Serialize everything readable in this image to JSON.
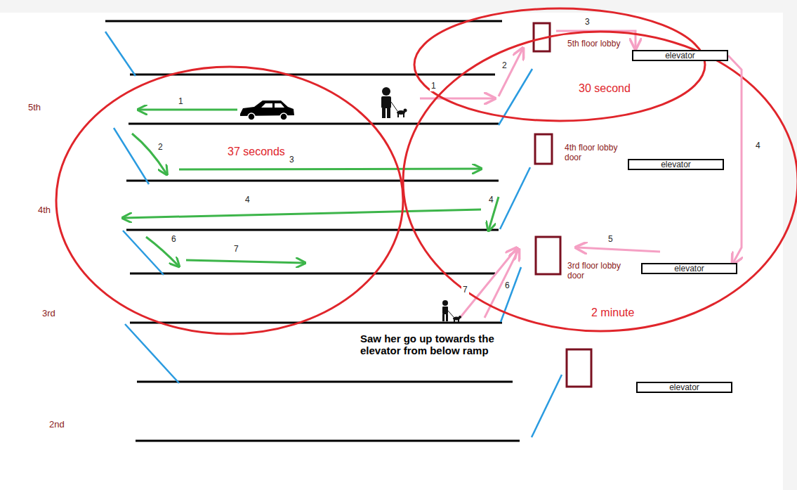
{
  "diagram": {
    "nodes": [
      {
        "text": [
          "elevator"
        ]
      },
      {
        "text": [
          "elevator"
        ]
      },
      {
        "text": [
          "elevator"
        ]
      },
      {
        "text": [
          "elevator"
        ]
      }
    ],
    "edges": [
      {
        "from": 0,
        "to": 2,
        "arrow": "to",
        "label": "4"
      }
    ],
    "labels": [
      "5th",
      "4th",
      "3rd",
      "2nd",
      "1",
      "2",
      "3",
      "4",
      "4",
      "6",
      "7",
      "1",
      "2",
      "3",
      "5",
      "6",
      "7",
      "37 seconds",
      "30 second",
      "2 minute",
      "5th floor lobby",
      "4th floor lobby door",
      "3rd floor lobby door",
      "Saw her go up towards the elevator from below ramp"
    ]
  }
}
